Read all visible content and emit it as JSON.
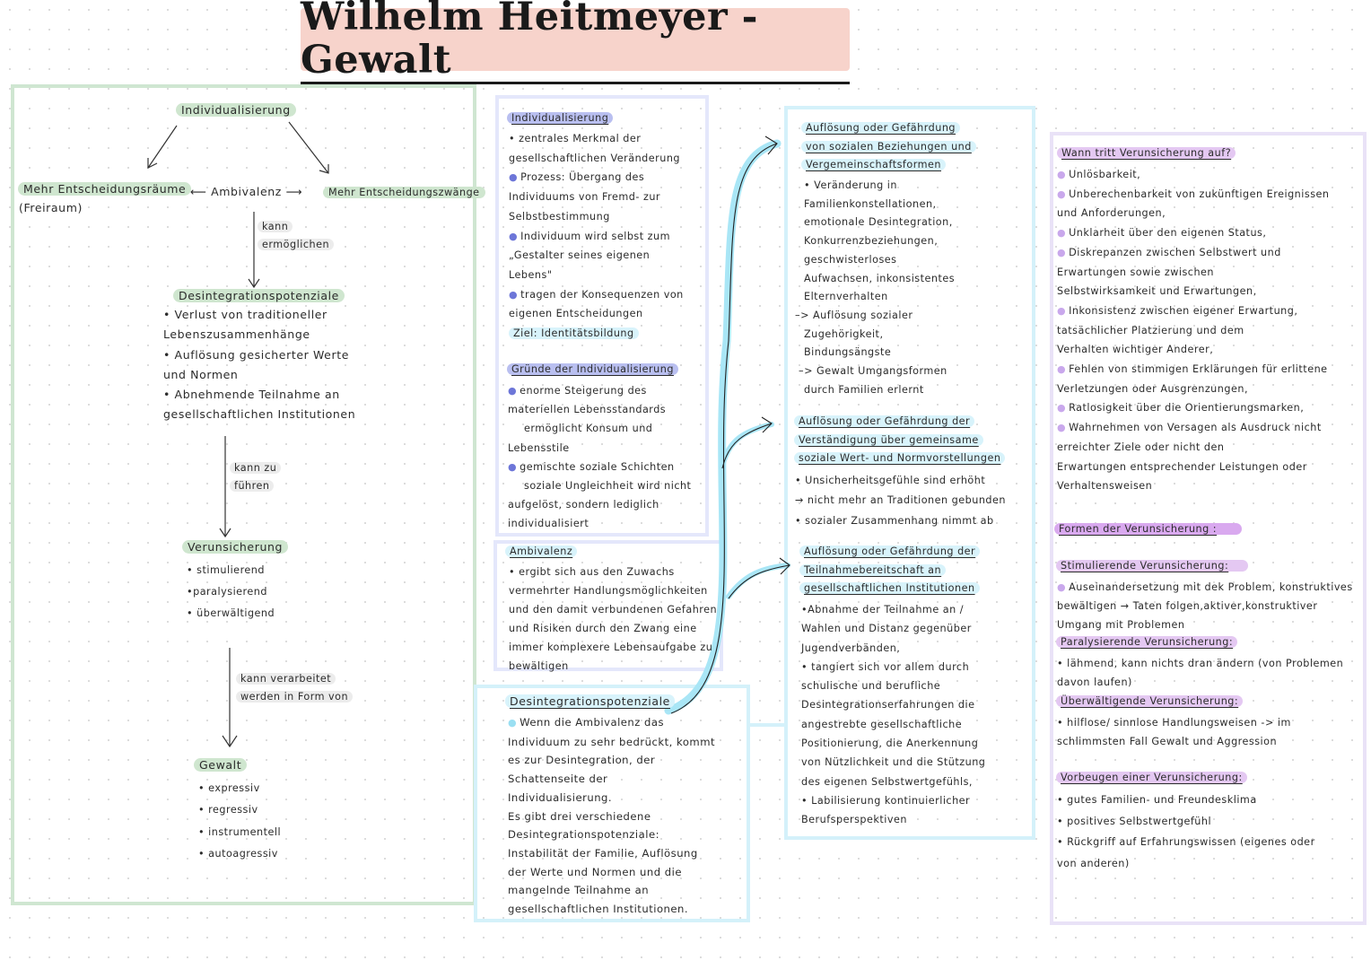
{
  "title": "Wilhelm Heitmeyer -  Gewalt",
  "left": {
    "individualisierung": "Individualisierung",
    "mehr_raeume": "Mehr Entscheidungsräume",
    "freiraum": "(Freiraum)",
    "ambivalenz": "⟵ Ambivalenz ⟶",
    "mehr_zwaenge": "Mehr Entscheidungszwänge",
    "kann": "kann",
    "ermoeglichen": "ermöglichen",
    "desintegration_title": "Desintegrationspotenziale",
    "desintegration_lines": [
      "• Verlust von traditioneller",
      "Lebenszusammenhänge",
      "• Auflösung gesicherter Werte",
      "und Normen",
      "• Abnehmende Teilnahme an",
      "gesellschaftlichen Institutionen"
    ],
    "kann_zu": "kann zu",
    "fuehren": "führen",
    "verunsicherung_title": "Verunsicherung",
    "verunsicherung_lines": [
      "• stimulierend",
      "•paralysierend",
      "• überwältigend"
    ],
    "kann_verarbeitet": "kann verarbeitet",
    "werden_in_form": "werden in Form von",
    "gewalt_title": "Gewalt",
    "gewalt_lines": [
      "• expressiv",
      "• regressiv",
      "• instrumentell",
      "• autoagressiv"
    ]
  },
  "col2": {
    "indiv_title": "Individualisierung",
    "indiv_lines": [
      "• zentrales Merkmal der",
      "gesellschaftlichen Veränderung",
      "Prozess: Übergang des",
      "Individuums von Fremd- zur",
      "Selbstbestimmung",
      "Individuum wird selbst zum",
      "„Gestalter seines eigenen",
      "Lebens\"",
      "tragen der Konsequenzen von",
      "eigenen Entscheidungen",
      "Ziel: Identitätsbildung"
    ],
    "gruende_title": "Gründe der Individualisierung",
    "gruende_lines": [
      "enorme Steigerung des",
      "materiellen Lebensstandards",
      "ermöglicht Konsum und",
      "Lebensstile",
      "gemischte soziale Schichten",
      "soziale Ungleichheit wird nicht",
      "aufgelöst, sondern lediglich",
      "individualisiert"
    ],
    "ambiv_title": "Ambivalenz",
    "ambiv_lines": [
      "• ergibt sich aus den Zuwachs",
      "vermehrter Handlungsmöglichkeiten",
      "und den damit verbundenen Gefahren",
      "und Risiken durch den Zwang eine",
      "immer komplexere Lebensaufgabe zu",
      "bewältigen"
    ],
    "desint_title": "Desintegrationspotenziale",
    "desint_lines": [
      "Wenn die Ambivalenz das",
      "Individuum zu sehr bedrückt, kommt",
      "es zur Desintegration, der",
      "Schattenseite der",
      "Individualisierung.",
      "Es gibt drei verschiedene",
      "Desintegrationspotenziale:",
      "Instabilität der Familie, Auflösung",
      "der Werte und Normen und die",
      "mangelnde Teilnahme an",
      "gesellschaftlichen Institutionen."
    ]
  },
  "col3": {
    "a_title": [
      "Auflösung oder Gefährdung",
      "von sozialen Beziehungen und",
      "Vergemeinschaftsformen"
    ],
    "a_lines": [
      "• Veränderung in",
      "Familienkonstellationen,",
      "emotionale Desintegration,",
      "Konkurrenzbeziehungen,",
      "geschwisterloses",
      "Aufwachsen, inkonsistentes",
      "Elternverhalten",
      "–> Auflösung sozialer",
      "Zugehörigkeit,",
      "Bindungsängste",
      "–> Gewalt Umgangsformen",
      "durch Familien erlernt"
    ],
    "b_title": [
      "Auflösung oder Gefährdung der",
      "Verständigung über gemeinsame",
      "soziale Wert- und Normvorstellungen"
    ],
    "b_lines": [
      "• Unsicherheitsgefühle sind erhöht",
      "→ nicht mehr an Traditionen gebunden",
      "• sozialer Zusammenhang nimmt ab"
    ],
    "c_title": [
      "Auflösung oder Gefährdung der",
      "Teilnahmebereitschaft an",
      "gesellschaftlichen Institutionen"
    ],
    "c_lines": [
      "•Abnahme der Teilnahme an /",
      "Wahlen und Distanz gegenüber",
      "Jugendverbänden,",
      "• tangiert sich vor allem durch",
      "schulische und berufliche",
      "Desintegrationserfahrungen die",
      "angestrebte gesellschaftliche",
      "Positionierung, die Anerkennung",
      "von Nützlichkeit und die Stützung",
      "des eigenen Selbstwertgefühls,",
      "• Labilisierung kontinuierlicher",
      "Berufsperspektiven"
    ]
  },
  "col4": {
    "wann_title": "Wann tritt Verunsicherung auf?",
    "wann_lines": [
      "Unlösbarkeit,",
      "Unberechenbarkeit von zukünftigen Ereignissen",
      "und Anforderungen,",
      "Unklarheit über den eigenen Status,",
      "Diskrepanzen zwischen Selbstwert und",
      "Erwartungen sowie zwischen",
      "Selbstwirksamkeit und Erwartungen,",
      "Inkonsistenz zwischen eigener Erwartung,",
      "tatsächlicher Platzierung und dem",
      "Verhalten wichtiger Anderer,",
      "Fehlen von stimmigen Erklärungen für erlittene",
      "Verletzungen oder Ausgrenzungen,",
      "Ratlosigkeit über die Orientierungsmarken,",
      "Wahrnehmen von Versagen als Ausdruck nicht",
      "erreichter Ziele oder nicht den",
      "Erwartungen entsprechender Leistungen oder",
      "Verhaltensweisen"
    ],
    "formen_title": "Formen der Verunsicherung :",
    "stim_title": "Stimulierende Verunsicherung:",
    "stim_lines": [
      "Auseinandersetzung mit dek Problem, konstruktives",
      "bewältigen → Taten folgen,aktiver,konstruktiver",
      "Umgang mit Problemen"
    ],
    "para_title": "Paralysierende Verunsicherung:",
    "para_lines": [
      "• lähmend, kann nichts dran ändern (von Problemen",
      "davon laufen)"
    ],
    "ueber_title": "Überwältigende Verunsicherung:",
    "ueber_lines": [
      "• hilflose/ sinnlose Handlungsweisen -> im",
      "schlimmsten Fall Gewalt und Aggression"
    ],
    "vorb_title": "Vorbeugen einer Verunsicherung:",
    "vorb_lines": [
      "• gutes Familien- und Freundesklima",
      "• positives Selbstwertgefühl",
      "• Rückgriff auf Erfahrungswissen (eigenes oder",
      "von anderen)"
    ]
  },
  "colors": {
    "green_frame": "#cfe6d1",
    "blue_frame": "#e4e7fb",
    "cyan_frame": "#d4f1fa",
    "purple_frame": "#e9e2f7",
    "arrow_cyan": "#a9e6f6",
    "title_bg": "#f7d3cb"
  }
}
